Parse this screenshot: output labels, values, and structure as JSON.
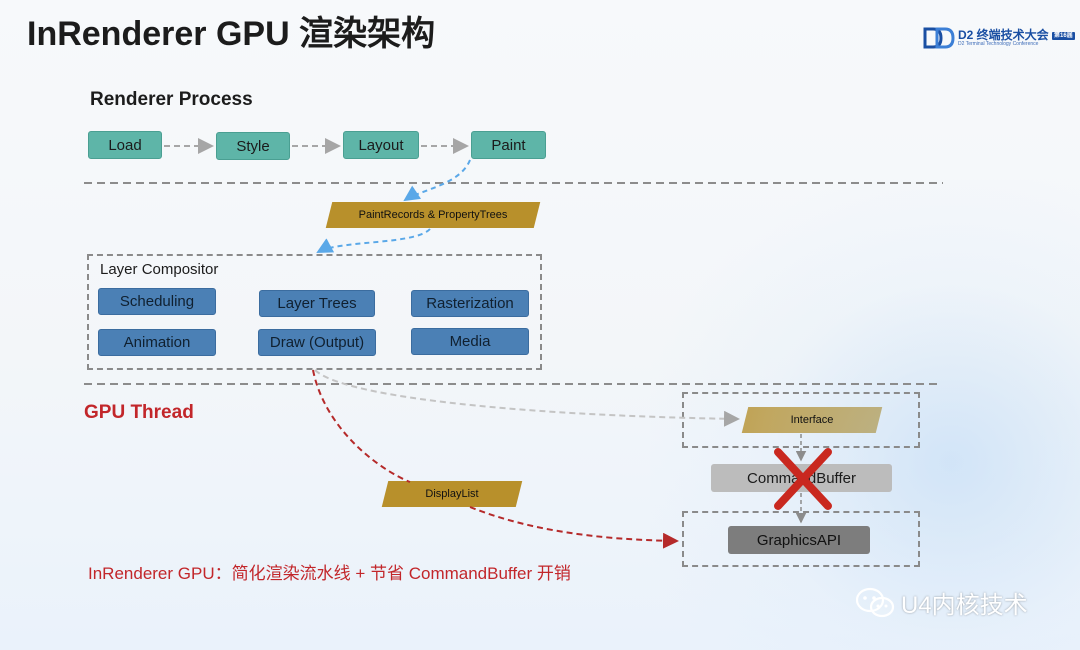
{
  "title": "InRenderer GPU 渲染架构",
  "logo": {
    "main": "D2 终端技术大会",
    "badge": "第16届",
    "sub": "D2 Terminal Technology Conference"
  },
  "renderer_process": {
    "label": "Renderer Process",
    "steps": [
      "Load",
      "Style",
      "Layout",
      "Paint"
    ]
  },
  "paint_records_label": "PaintRecords & PropertyTrees",
  "layer_compositor": {
    "label": "Layer Compositor",
    "items": [
      "Scheduling",
      "Layer Trees",
      "Rasterization",
      "Animation",
      "Draw (Output)",
      "Media"
    ]
  },
  "gpu_thread": {
    "label": "GPU Thread"
  },
  "interface_label": "Interface",
  "command_buffer_label": "CommandBuffer",
  "graphics_api_label": "GraphicsAPI",
  "display_list_label": "DisplayList",
  "caption": "InRenderer GPU：简化渲染流水线 + 节省 CommandBuffer 开销",
  "watermark": "U4内核技术",
  "colors": {
    "teal": "#5eb5a8",
    "blue": "#4b80b5",
    "gold": "#b8902b",
    "red_text": "#c2262a",
    "cross": "#c9281f",
    "light_blue_arrow": "#5aa8e8"
  }
}
